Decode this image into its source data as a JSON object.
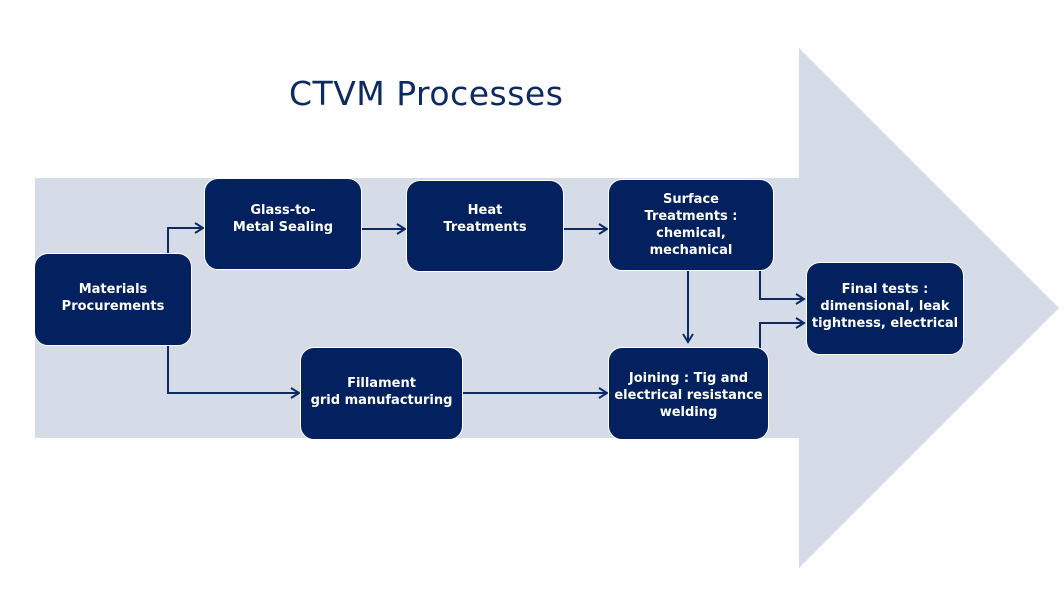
{
  "title": "CTVM Processes",
  "colors": {
    "box_fill": "#03215e",
    "arrow_bg": "#d6dce7",
    "title": "#0d2a62",
    "connector": "#0d2a62"
  },
  "nodes": [
    {
      "id": "materials",
      "label": "Materials\nProcurements"
    },
    {
      "id": "glass",
      "label": "Glass-to-\nMetal Sealing"
    },
    {
      "id": "heat",
      "label": "Heat\nTreatments"
    },
    {
      "id": "surface",
      "label": "Surface\nTreatments :\nchemical,\nmechanical"
    },
    {
      "id": "filament",
      "label": "Fillament\ngrid manufacturing"
    },
    {
      "id": "joining",
      "label": "Joining : Tig and\nelectrical resistance\nwelding"
    },
    {
      "id": "final",
      "label": "Final tests :\ndimensional, leak\ntightness, electrical"
    }
  ],
  "edges": [
    {
      "from": "materials",
      "to": "glass"
    },
    {
      "from": "materials",
      "to": "filament"
    },
    {
      "from": "glass",
      "to": "heat"
    },
    {
      "from": "heat",
      "to": "surface"
    },
    {
      "from": "surface",
      "to": "joining"
    },
    {
      "from": "surface",
      "to": "final"
    },
    {
      "from": "filament",
      "to": "joining"
    },
    {
      "from": "joining",
      "to": "final"
    }
  ]
}
